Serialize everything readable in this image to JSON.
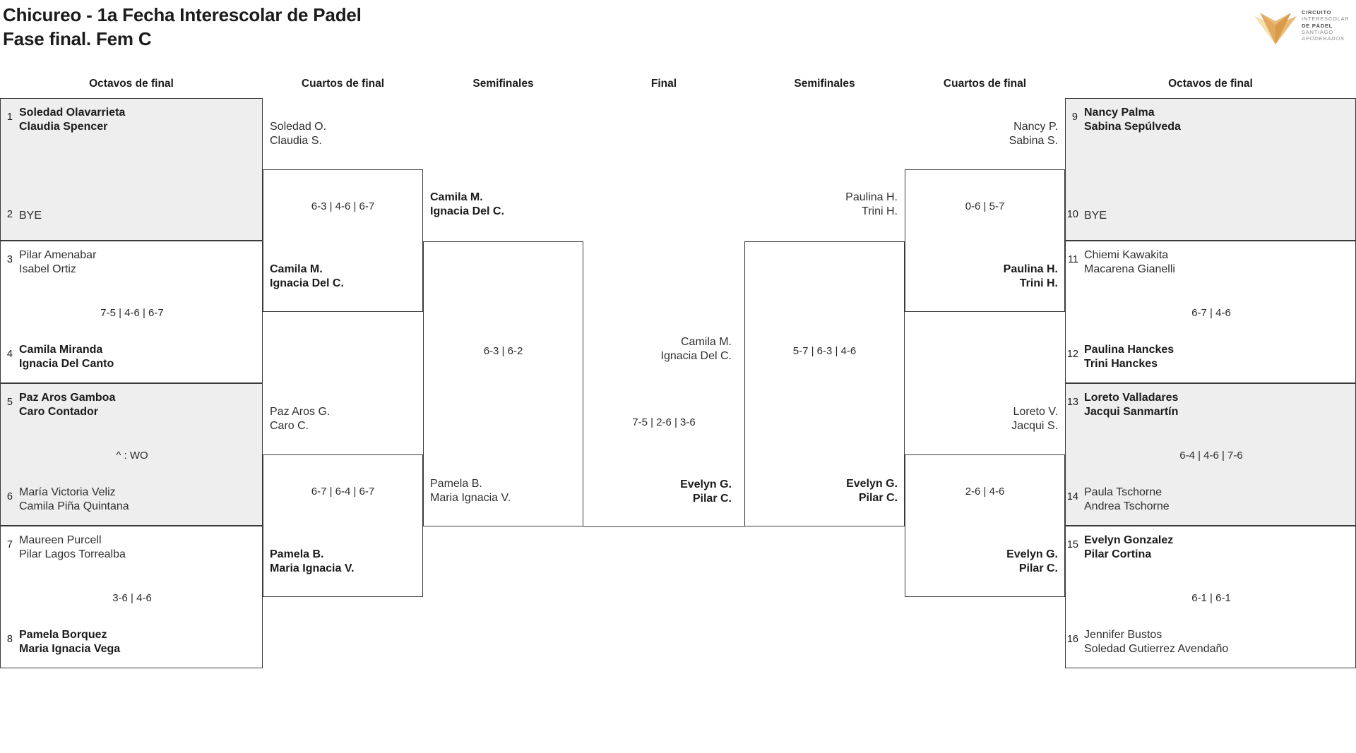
{
  "header": {
    "title_line1": "Chicureo - 1a Fecha Interescolar de Padel",
    "title_line2": "Fase final. Fem C"
  },
  "logo": {
    "line1": "CIRCUITO",
    "line2": "INTERESCOLAR",
    "line3": "DE PÁDEL",
    "line4": "SANTIAGO",
    "line5": "APODERADOS",
    "color_dark": "#d99a4a",
    "color_mid": "#e8b978",
    "color_light": "#f7dfae"
  },
  "round_headings": {
    "left_r16": "Octavos de final",
    "left_qf": "Cuartos de final",
    "left_sf": "Semifinales",
    "final": "Final",
    "right_sf": "Semifinales",
    "right_qf": "Cuartos de final",
    "right_r16": "Octavos de final"
  },
  "left": {
    "r16": [
      {
        "seed_top": "1",
        "top_l1": "Soledad Olavarrieta",
        "top_l2": "Claudia Spencer",
        "top_state": "win",
        "score": "",
        "seed_bot": "2",
        "bot_l1": "BYE",
        "bot_l2": "",
        "bot_state": "lose",
        "shaded": true
      },
      {
        "seed_top": "3",
        "top_l1": "Pilar Amenabar",
        "top_l2": "Isabel Ortiz",
        "top_state": "lose",
        "score": "7-5 | 4-6 | 6-7",
        "seed_bot": "4",
        "bot_l1": "Camila Miranda",
        "bot_l2": "Ignacia Del Canto",
        "bot_state": "win",
        "shaded": false
      },
      {
        "seed_top": "5",
        "top_l1": "Paz Aros Gamboa",
        "top_l2": "Caro Contador",
        "top_state": "win",
        "score": "^ : WO",
        "seed_bot": "6",
        "bot_l1": "María Victoria Veliz",
        "bot_l2": "Camila Piña Quintana",
        "bot_state": "lose",
        "shaded": true
      },
      {
        "seed_top": "7",
        "top_l1": "Maureen Purcell",
        "top_l2": "Pilar Lagos Torrealba",
        "top_state": "lose",
        "score": "3-6 | 4-6",
        "seed_bot": "8",
        "bot_l1": "Pamela Borquez",
        "bot_l2": "Maria Ignacia Vega",
        "bot_state": "win",
        "shaded": false
      }
    ],
    "qf": [
      {
        "top_l1": "Soledad O.",
        "top_l2": "Claudia S.",
        "top_state": "lose",
        "score": "6-3 | 4-6 | 6-7",
        "bot_l1": "Camila M.",
        "bot_l2": "Ignacia Del C.",
        "bot_state": "win"
      },
      {
        "top_l1": "Paz Aros G.",
        "top_l2": "Caro C.",
        "top_state": "lose",
        "score": "6-7 | 6-4 | 6-7",
        "bot_l1": "Pamela B.",
        "bot_l2": "Maria Ignacia V.",
        "bot_state": "win"
      }
    ],
    "sf": [
      {
        "top_l1": "Camila M.",
        "top_l2": "Ignacia Del C.",
        "top_state": "win",
        "score": "6-3 | 6-2",
        "bot_l1": "Pamela B.",
        "bot_l2": "Maria Ignacia V.",
        "bot_state": "lose"
      }
    ]
  },
  "final": {
    "top_l1": "Camila M.",
    "top_l2": "Ignacia Del C.",
    "top_state": "lose",
    "score": "7-5 | 2-6 | 3-6",
    "bot_l1": "Evelyn G.",
    "bot_l2": "Pilar C.",
    "bot_state": "win"
  },
  "right": {
    "sf": [
      {
        "top_l1": "Paulina H.",
        "top_l2": "Trini H.",
        "top_state": "lose",
        "score": "5-7 | 6-3 | 4-6",
        "bot_l1": "Evelyn G.",
        "bot_l2": "Pilar C.",
        "bot_state": "win"
      }
    ],
    "qf": [
      {
        "top_l1": "Nancy P.",
        "top_l2": "Sabina S.",
        "top_state": "lose",
        "score": "0-6 | 5-7",
        "bot_l1": "Paulina H.",
        "bot_l2": "Trini H.",
        "bot_state": "win"
      },
      {
        "top_l1": "Loreto V.",
        "top_l2": "Jacqui S.",
        "top_state": "lose",
        "score": "2-6 | 4-6",
        "bot_l1": "Evelyn G.",
        "bot_l2": "Pilar C.",
        "bot_state": "win"
      }
    ],
    "r16": [
      {
        "seed_top": "9",
        "top_l1": "Nancy Palma",
        "top_l2": "Sabina Sepúlveda",
        "top_state": "win",
        "score": "",
        "seed_bot": "10",
        "bot_l1": "BYE",
        "bot_l2": "",
        "bot_state": "lose",
        "shaded": true
      },
      {
        "seed_top": "11",
        "top_l1": "Chiemi Kawakita",
        "top_l2": "Macarena Gianelli",
        "top_state": "lose",
        "score": "6-7 | 4-6",
        "seed_bot": "12",
        "bot_l1": "Paulina Hanckes",
        "bot_l2": "Trini Hanckes",
        "bot_state": "win",
        "shaded": false
      },
      {
        "seed_top": "13",
        "top_l1": "Loreto Valladares",
        "top_l2": "Jacqui Sanmartín",
        "top_state": "win",
        "score": "6-4 | 4-6 | 7-6",
        "seed_bot": "14",
        "bot_l1": "Paula Tschorne",
        "bot_l2": "Andrea Tschorne",
        "bot_state": "lose",
        "shaded": true
      },
      {
        "seed_top": "15",
        "top_l1": "Evelyn Gonzalez",
        "top_l2": "Pilar Cortina",
        "top_state": "win",
        "score": "6-1 | 6-1",
        "seed_bot": "16",
        "bot_l1": "Jennifer Bustos",
        "bot_l2": "Soledad Gutierrez Avendaño",
        "bot_state": "lose",
        "shaded": false
      }
    ]
  }
}
